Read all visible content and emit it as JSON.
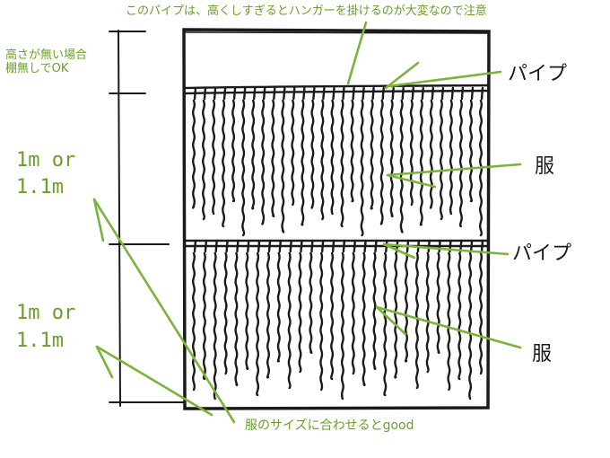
{
  "annotations": {
    "top_note": "このパイプは、高くしすぎるとハンガーを掛けるのが大変なので注意",
    "left_note_line1": "高さが無い場合",
    "left_note_line2": "棚無しでOK",
    "upper_height_line1": "1m  or",
    "upper_height_line2": "1.1m",
    "lower_height_line1": "1m   or",
    "lower_height_line2": "1.1m",
    "bottom_note": "服のサイズに合わせるとgood"
  },
  "labels": {
    "pipe_top": "パイプ",
    "clothes_top": "服",
    "pipe_middle": "パイプ",
    "clothes_bottom": "服"
  },
  "colors": {
    "annotation_green": "#6a9e2a",
    "ink": "#1a1a1a"
  }
}
